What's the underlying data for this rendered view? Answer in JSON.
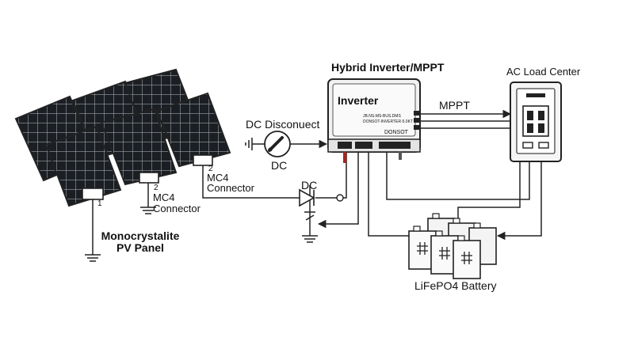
{
  "labels": {
    "inverter_title": "Hybrid Inverter/MPPT",
    "inverter_name": "Inverter",
    "inverter_brand": "DONSOT",
    "inverter_fine_1": "JB.NS-MS-BUS.DMS",
    "inverter_fine_2": "DONSOT-INVERTER-5.0KT",
    "ac_load_center": "AC Load Center",
    "mppt": "MPPT",
    "dc_disconnect": "DC Disconuect",
    "dc_upper": "DC",
    "dc_lower": "DC",
    "mc4_1_num": "2",
    "mc4_1_line1": "MC4",
    "mc4_1_line2": "Connector",
    "mc4_2_num": "2",
    "mc4_2_line1": "MC4",
    "mc4_2_line2": "Connector",
    "panel_num": "1",
    "pv_line1": "Monocrystalite",
    "pv_line2": "PV Panel",
    "battery": "LiFePO4 Battery"
  },
  "colors": {
    "line": "#222222",
    "panel_cell": "#1b1f24",
    "panel_grid": "#9aa0a6",
    "inverter_body": "#f2f2f2",
    "cable_red": "#b02020"
  },
  "icons": [
    "solar-panel-icon",
    "ground-icon",
    "disconnect-switch-icon",
    "diode-icon",
    "battery-cell-icon",
    "breaker-icon"
  ]
}
